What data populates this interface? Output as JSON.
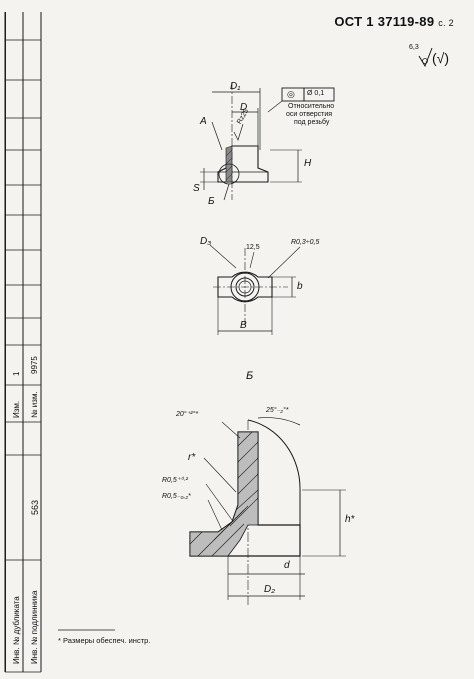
{
  "header": {
    "standard": "ОСТ 1 37119-89",
    "page": "с. 2"
  },
  "roughness": {
    "value": "6,3",
    "note": "(√)"
  },
  "left_strip": {
    "izm_label": "Изм.",
    "izm_value": "1",
    "list_label": "№ изм.",
    "list_value": "9975",
    "inv_dub_label": "Инв. № дубликата",
    "inv_pod_label": "Инв. № подлинника",
    "inv_pod_value": "563"
  },
  "top_view": {
    "dim_d1": "D₁",
    "dim_d": "D",
    "leader_a": "A",
    "roughness_label": "Rz25",
    "dim_h": "H",
    "dim_s": "S",
    "section_b": "Б",
    "tolerance_symbol": "◎",
    "tolerance_value": "Ø 0,1",
    "tolerance_note_1": "Относительно",
    "tolerance_note_2": "оси отверстия",
    "tolerance_note_3": "под резьбу"
  },
  "plan_view": {
    "dim_d3": "D₃",
    "roughness_label": "12,5",
    "radius_label": "R0,3÷0,5",
    "dim_b_lower": "b",
    "dim_b_upper": "B"
  },
  "detail": {
    "title": "Б",
    "angle_20": "20°⁺²°*",
    "angle_25": "25°₋₂°*",
    "radius_r": "r*",
    "radius_05_1": "R0,5⁺⁰·²",
    "radius_05_2": "R0,5₋₀,₂*",
    "dim_h_star": "h*",
    "dim_d": "d",
    "dim_d2": "D₂"
  },
  "footnote": "* Размеры обеспеч. инстр."
}
